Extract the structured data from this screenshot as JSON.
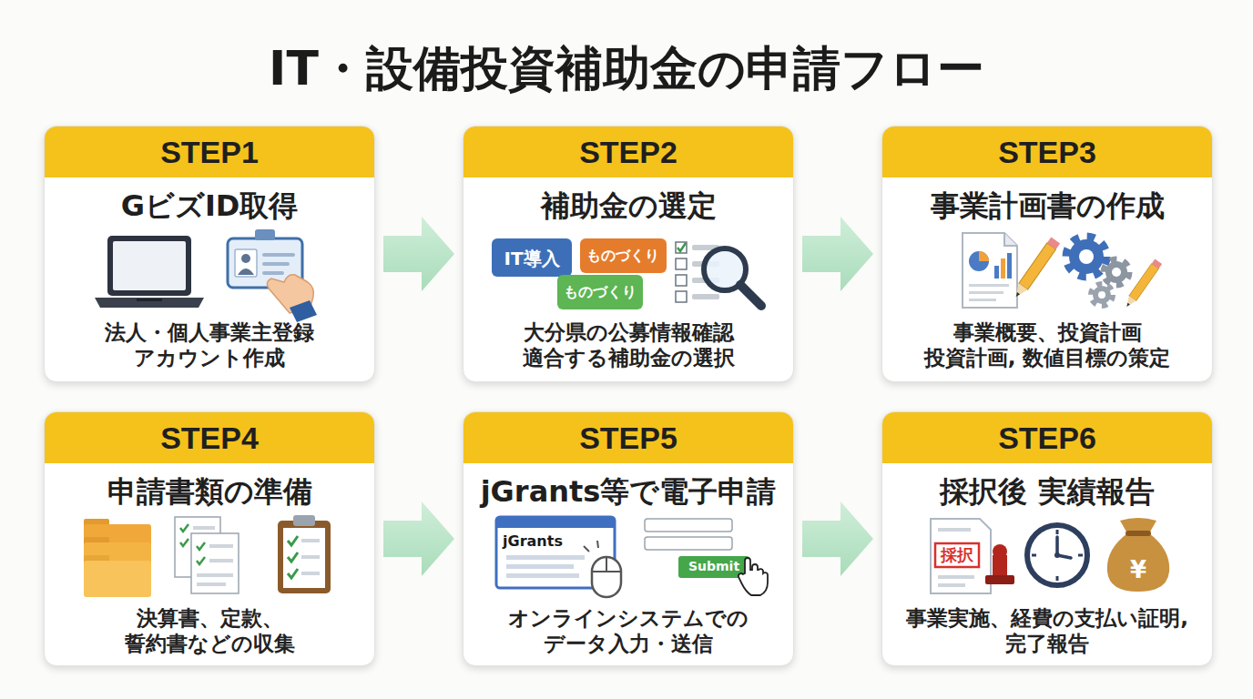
{
  "diagram": {
    "title": "IT・設備投資補助金の申請フロー",
    "nodes": [
      {
        "text": [
          "STEP1",
          "GビズID取得",
          "法人・個人事業主登録 アカウント作成"
        ]
      },
      {
        "text": [
          "STEP2",
          "補助金の選定",
          "大分県の公募情報確認 適合する補助金の選択"
        ]
      },
      {
        "text": [
          "STEP3",
          "事業計画書の作成",
          "事業概要、投資計画 投資計画, 数値目標の策定"
        ]
      },
      {
        "text": [
          "STEP4",
          "申請書類の準備",
          "決算書、定款、 誓約書などの収集"
        ]
      },
      {
        "text": [
          "STEP5",
          "jGrants等で電子申請",
          "オンラインシステムでの データ入力・送信"
        ]
      },
      {
        "text": [
          "STEP6",
          "採択後 実績報告",
          "事業実施、経費の支払い証明, 完了報告"
        ]
      }
    ],
    "edges": [
      {
        "from": 0,
        "to": 1,
        "arrow": "to"
      },
      {
        "from": 1,
        "to": 2,
        "arrow": "to"
      },
      {
        "from": 3,
        "to": 4,
        "arrow": "to"
      },
      {
        "from": 4,
        "to": 5,
        "arrow": "to"
      }
    ],
    "labels": [
      "IT導入",
      "ものづくり",
      "ものづくり",
      "jGrants",
      "Submit",
      "採択",
      "¥"
    ]
  }
}
